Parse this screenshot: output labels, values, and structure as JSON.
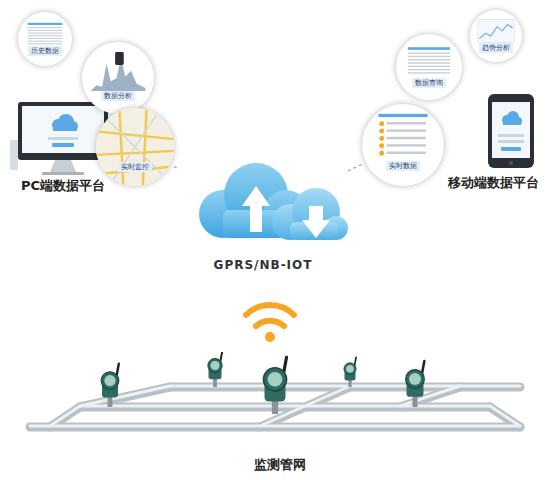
{
  "diagram": {
    "nodes": [
      {
        "text": [
          "PC端数据平台"
        ]
      },
      {
        "text": [
          "历史数据"
        ]
      },
      {
        "text": [
          "数据分析"
        ]
      },
      {
        "text": [
          "实时监控"
        ]
      },
      {
        "text": [
          "GPRS/NB-IOT"
        ]
      },
      {
        "text": [
          "实时数据"
        ]
      },
      {
        "text": [
          "数据查询"
        ]
      },
      {
        "text": [
          "趋势分析"
        ]
      },
      {
        "text": [
          "移动端数据平台"
        ]
      },
      {
        "text": [
          "监测管网"
        ]
      }
    ],
    "edges": [
      {
        "from": 3,
        "to": 4,
        "arrow": "none"
      },
      {
        "from": 4,
        "to": 5,
        "arrow": "none"
      }
    ]
  }
}
